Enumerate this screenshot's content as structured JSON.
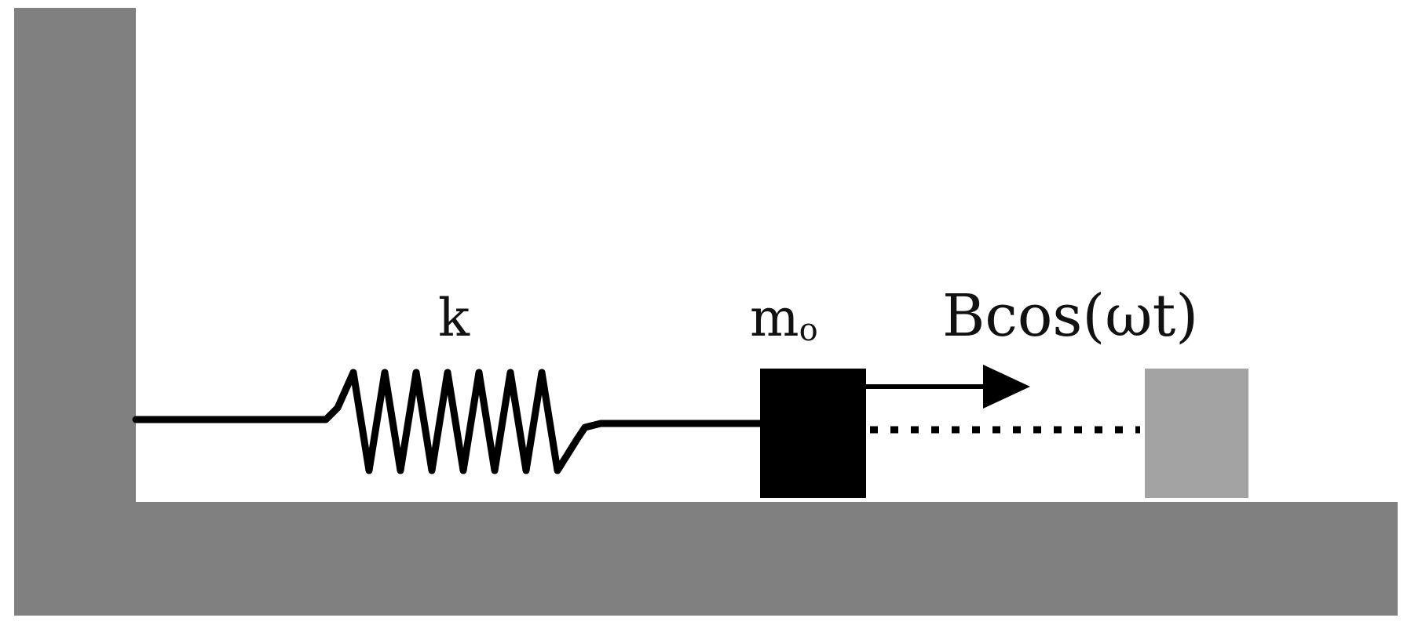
{
  "labels": {
    "spring_constant": "k",
    "mass": "m",
    "mass_subscript": "o",
    "force": "Bcos(ωt)"
  },
  "colors": {
    "wall": "#808080",
    "spring": "#000000",
    "mass_block": "#000000",
    "ghost_block": "#a3a3a3",
    "arrow": "#000000",
    "background": "#ffffff"
  }
}
